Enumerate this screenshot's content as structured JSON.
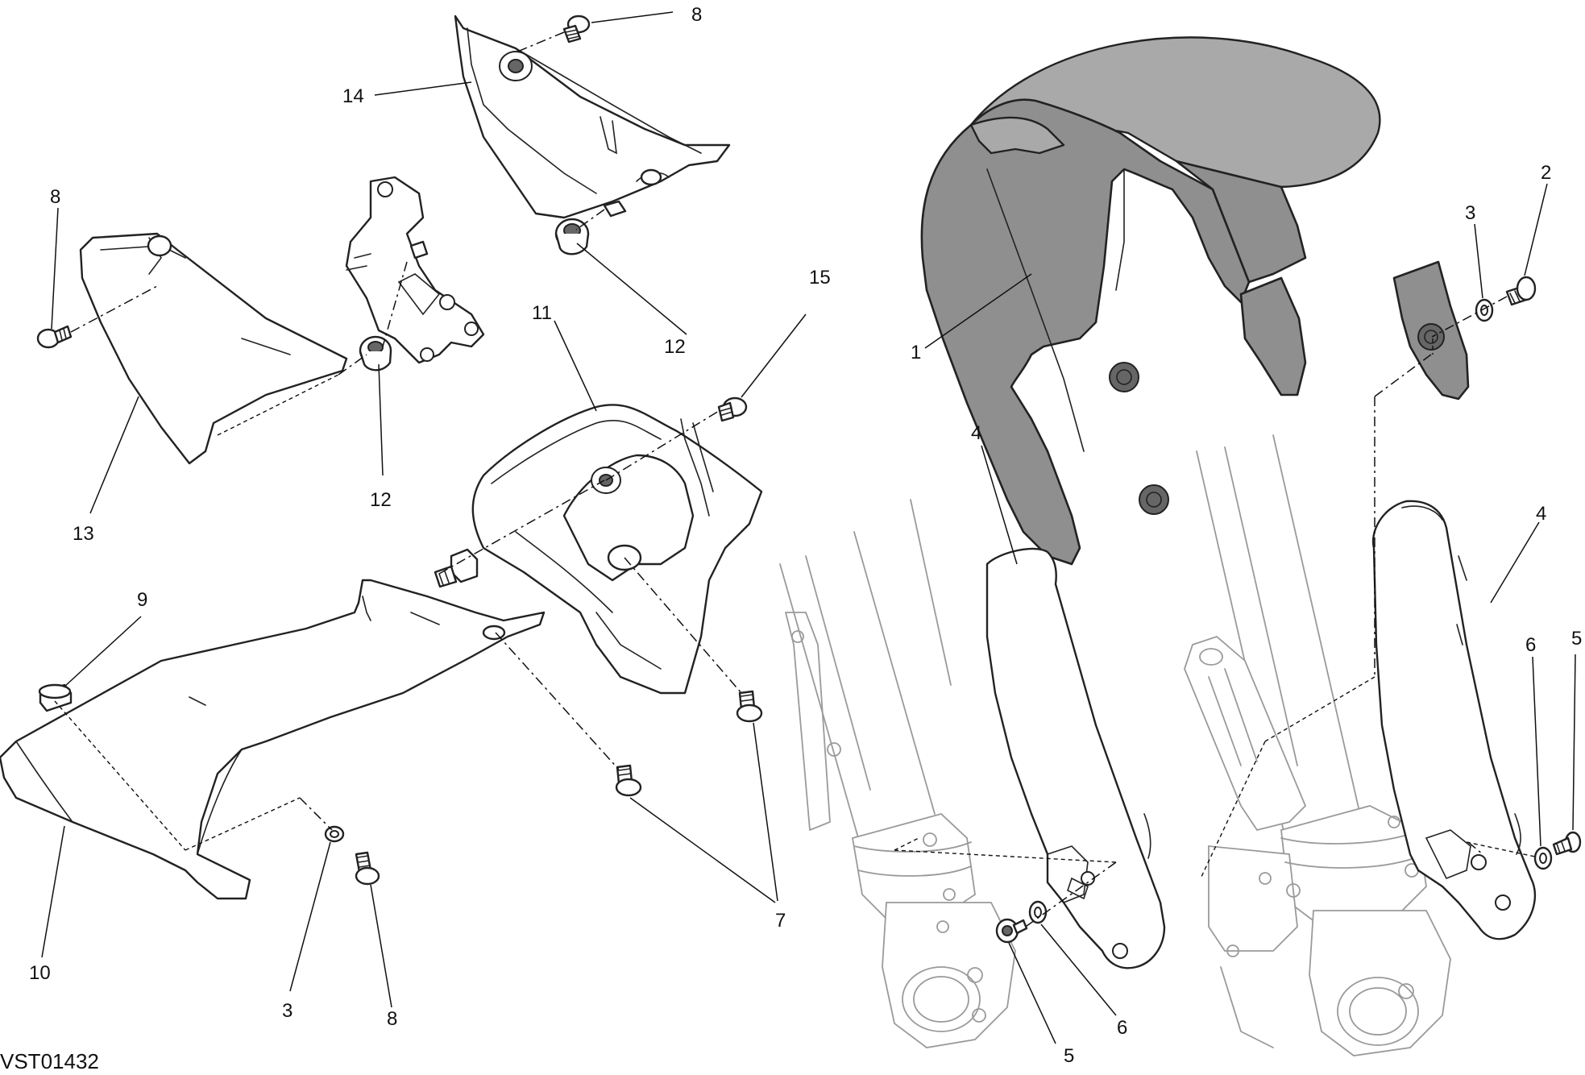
{
  "diagram_code": "VST01432",
  "callouts": {
    "c1": "1",
    "c2": "2",
    "c3_right": "3",
    "c3_left": "3",
    "c4_left": "4",
    "c4_right": "4",
    "c5_center": "5",
    "c5_right": "5",
    "c6_center": "6",
    "c6_right": "6",
    "c7": "7",
    "c8_top": "8",
    "c8_left": "8",
    "c8_bottom": "8",
    "c9": "9",
    "c10": "10",
    "c11": "11",
    "c12_top": "12",
    "c12_left": "12",
    "c13": "13",
    "c14": "14",
    "c15": "15"
  },
  "colors": {
    "mudguard": "#8f8f8f",
    "line": "#222222",
    "ghost_line": "#9a9a9a",
    "background": "#ffffff"
  }
}
